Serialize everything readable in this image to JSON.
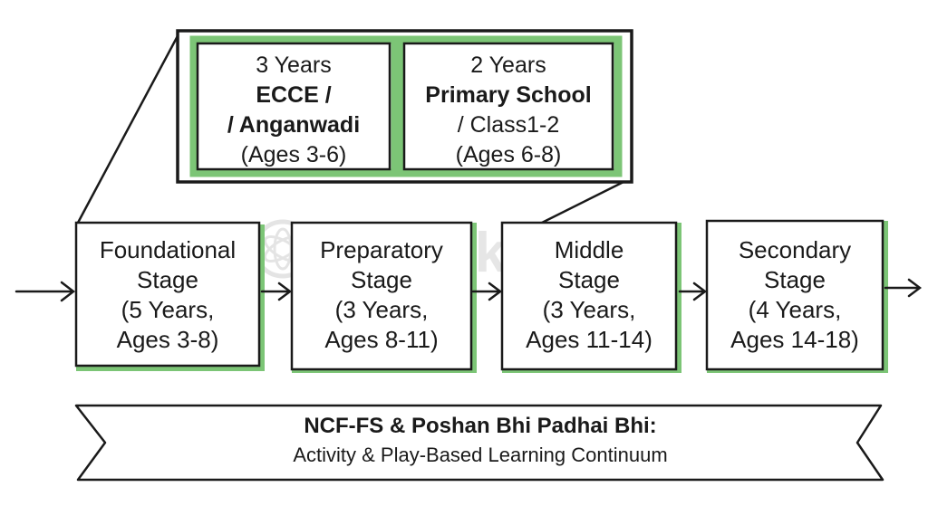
{
  "detail_boxes": [
    {
      "line1": "3 Years",
      "line2": "ECCE /",
      "line3": "/ Anganwadi",
      "line4": "(Ages 3-6)"
    },
    {
      "line1": "2 Years",
      "line2": "Primary School",
      "line3": "/ Class1-2",
      "line4": "(Ages 6-8)"
    }
  ],
  "stages": [
    {
      "line1": "Foundational",
      "line2": "Stage",
      "line3": "(5 Years,",
      "line4": "Ages 3-8)"
    },
    {
      "line1": "Preparatory",
      "line2": "Stage",
      "line3": "(3 Years,",
      "line4": "Ages 8-11)"
    },
    {
      "line1": "Middle",
      "line2": "Stage",
      "line3": "(3 Years,",
      "line4": "Ages 11-14)"
    },
    {
      "line1": "Secondary",
      "line2": "Stage",
      "line3": "(4 Years,",
      "line4": "Ages 14-18)"
    }
  ],
  "banner": {
    "title": "NCF-FS & Poshan Bhi Padhai Bhi:",
    "subtitle": "Activity & Play-Based Learning Continuum"
  },
  "watermark": {
    "text": "superkolum"
  },
  "colors": {
    "accent_green": "#7cc576",
    "ink": "#1a1a1a",
    "watermark": "#c8c8c8"
  }
}
